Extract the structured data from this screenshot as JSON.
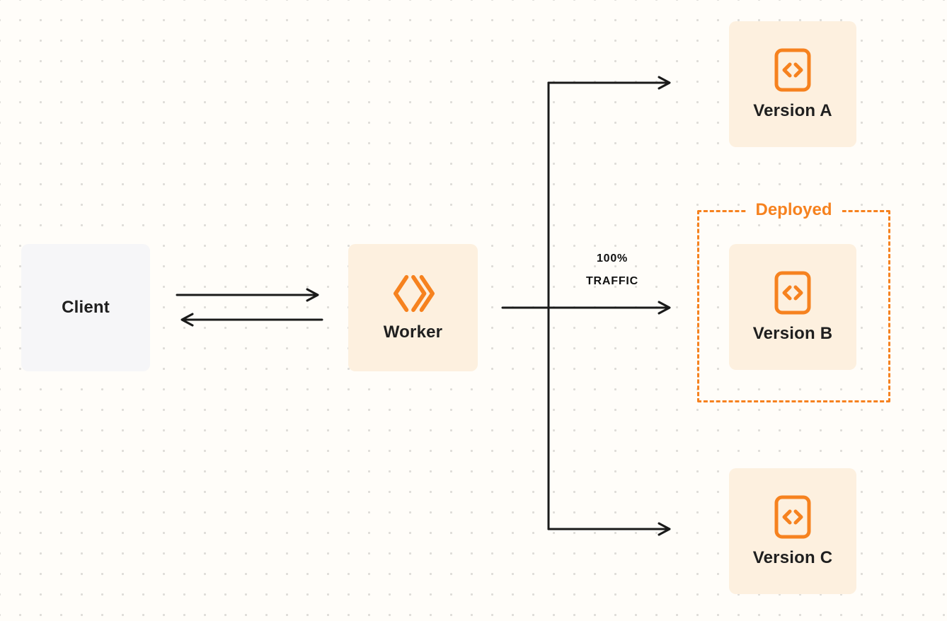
{
  "diagram": {
    "client": {
      "label": "Client"
    },
    "worker": {
      "label": "Worker"
    },
    "traffic_label": {
      "line1": "100%",
      "line2": "TRAFFIC"
    },
    "deployed_label": "Deployed",
    "versions": [
      {
        "label": "Version A"
      },
      {
        "label": "Version B"
      },
      {
        "label": "Version C"
      }
    ]
  },
  "colors": {
    "accent_orange": "#f6821f",
    "node_background": "#fdf0df",
    "client_background": "#f6f6f8",
    "arrow": "#1a1a1a",
    "page_background": "#fffdf9"
  }
}
